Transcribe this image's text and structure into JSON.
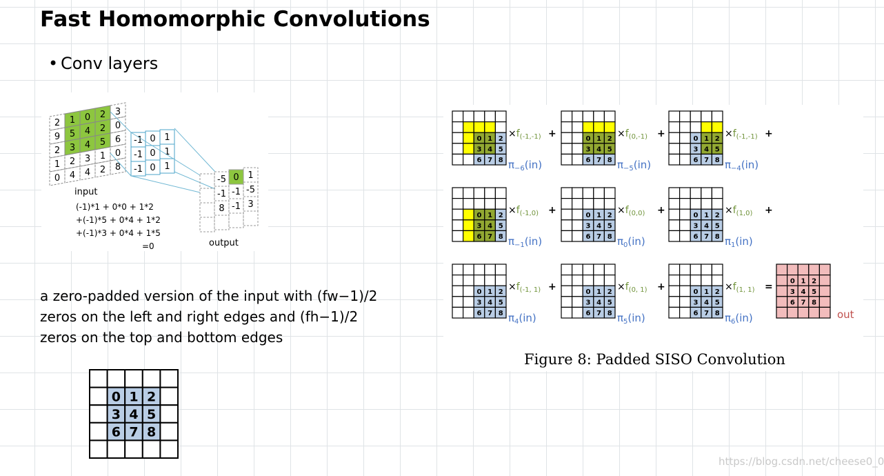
{
  "slide": {
    "title": "Fast Homomorphic Convolutions",
    "bullet": "Conv layers",
    "paragraph": "a  zero-padded version of the input with (fw−1)/2\nzeros on the left and  right  edges  and (fh−1)/2\nzeros  on  the  top  and bottom edges",
    "caption": "Figure 8: Padded SISO Convolution",
    "watermark": "https://blog.csdn.net/cheese0_0"
  },
  "conv_figure": {
    "input_label": "input",
    "output_label": "output",
    "input_grid": [
      [
        "2",
        "1",
        "0",
        "2",
        "3"
      ],
      [
        "9",
        "5",
        "4",
        "2",
        "0"
      ],
      [
        "2",
        "3",
        "4",
        "5",
        "6"
      ],
      [
        "1",
        "2",
        "3",
        "1",
        "0"
      ],
      [
        "0",
        "4",
        "4",
        "2",
        "8"
      ]
    ],
    "kernel": [
      [
        "-1",
        "0",
        "1"
      ],
      [
        "-1",
        "0",
        "1"
      ],
      [
        "-1",
        "0",
        "1"
      ]
    ],
    "output_grid": [
      [
        "-5",
        "0",
        "1"
      ],
      [
        "-1",
        "-1",
        "-5"
      ],
      [
        "8",
        "-1",
        "3"
      ]
    ],
    "formula": [
      "(-1)*1 + 0*0 + 1*2",
      "+(-1)*5 + 0*4 + 1*2",
      "+(-1)*3 + 0*4 + 1*5",
      "=0"
    ]
  },
  "padded_grid": {
    "digits": [
      [
        "0",
        "1",
        "2"
      ],
      [
        "3",
        "4",
        "5"
      ],
      [
        "6",
        "7",
        "8"
      ]
    ]
  },
  "siso": {
    "digits": [
      [
        "0",
        "1",
        "2"
      ],
      [
        "3",
        "4",
        "5"
      ],
      [
        "6",
        "7",
        "8"
      ]
    ],
    "panels": [
      {
        "f": "(-1,-1)",
        "op": "+",
        "pi": "−6"
      },
      {
        "f": "(0,-1)",
        "op": "+",
        "pi": "−5"
      },
      {
        "f": "(-1,-1)",
        "op": "+",
        "pi": "−4"
      },
      {
        "f": "(-1,0)",
        "op": "+",
        "pi": "−1"
      },
      {
        "f": "(0,0)",
        "op": "+",
        "pi": "0"
      },
      {
        "f": "(1,0)",
        "op": "+",
        "pi": "1"
      },
      {
        "f": "(-1, 1)",
        "op": "+",
        "pi": "4"
      },
      {
        "f": "(0, 1)",
        "op": "+",
        "pi": "5"
      },
      {
        "f": "(1, 1)",
        "op": "=",
        "pi": "6"
      }
    ],
    "out_label": "out",
    "pi_symbol": "π",
    "f_symbol": "f",
    "times_symbol": "×",
    "in_text": "(in)",
    "colors": {
      "yellow": "#ffff00",
      "blue": "#b9cde5",
      "overlap": "#92a832",
      "out": "#f2bcbc",
      "pi_text": "#4472c4",
      "f_text": "#70933a",
      "out_text": "#c0504d"
    }
  }
}
